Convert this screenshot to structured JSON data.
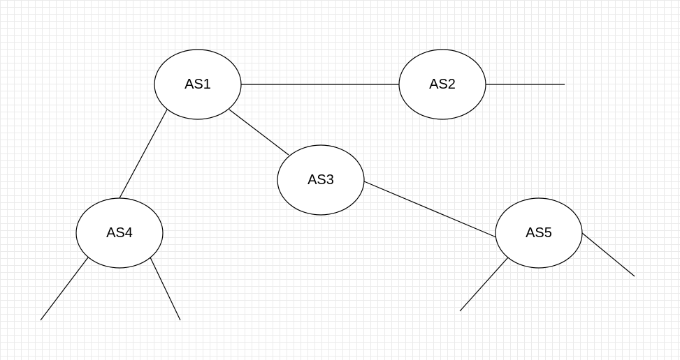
{
  "diagram": {
    "nodes": [
      {
        "id": "as1",
        "label": "AS1"
      },
      {
        "id": "as2",
        "label": "AS2"
      },
      {
        "id": "as3",
        "label": "AS3"
      },
      {
        "id": "as4",
        "label": "AS4"
      },
      {
        "id": "as5",
        "label": "AS5"
      }
    ],
    "edges": [
      {
        "from": "as1",
        "to": "as2"
      },
      {
        "from": "as1",
        "to": "as3"
      },
      {
        "from": "as1",
        "to": "as4"
      },
      {
        "from": "as3",
        "to": "as5"
      }
    ],
    "colors": {
      "grid": "#ebebeb",
      "stroke": "#000000",
      "node_fill": "#ffffff"
    }
  }
}
